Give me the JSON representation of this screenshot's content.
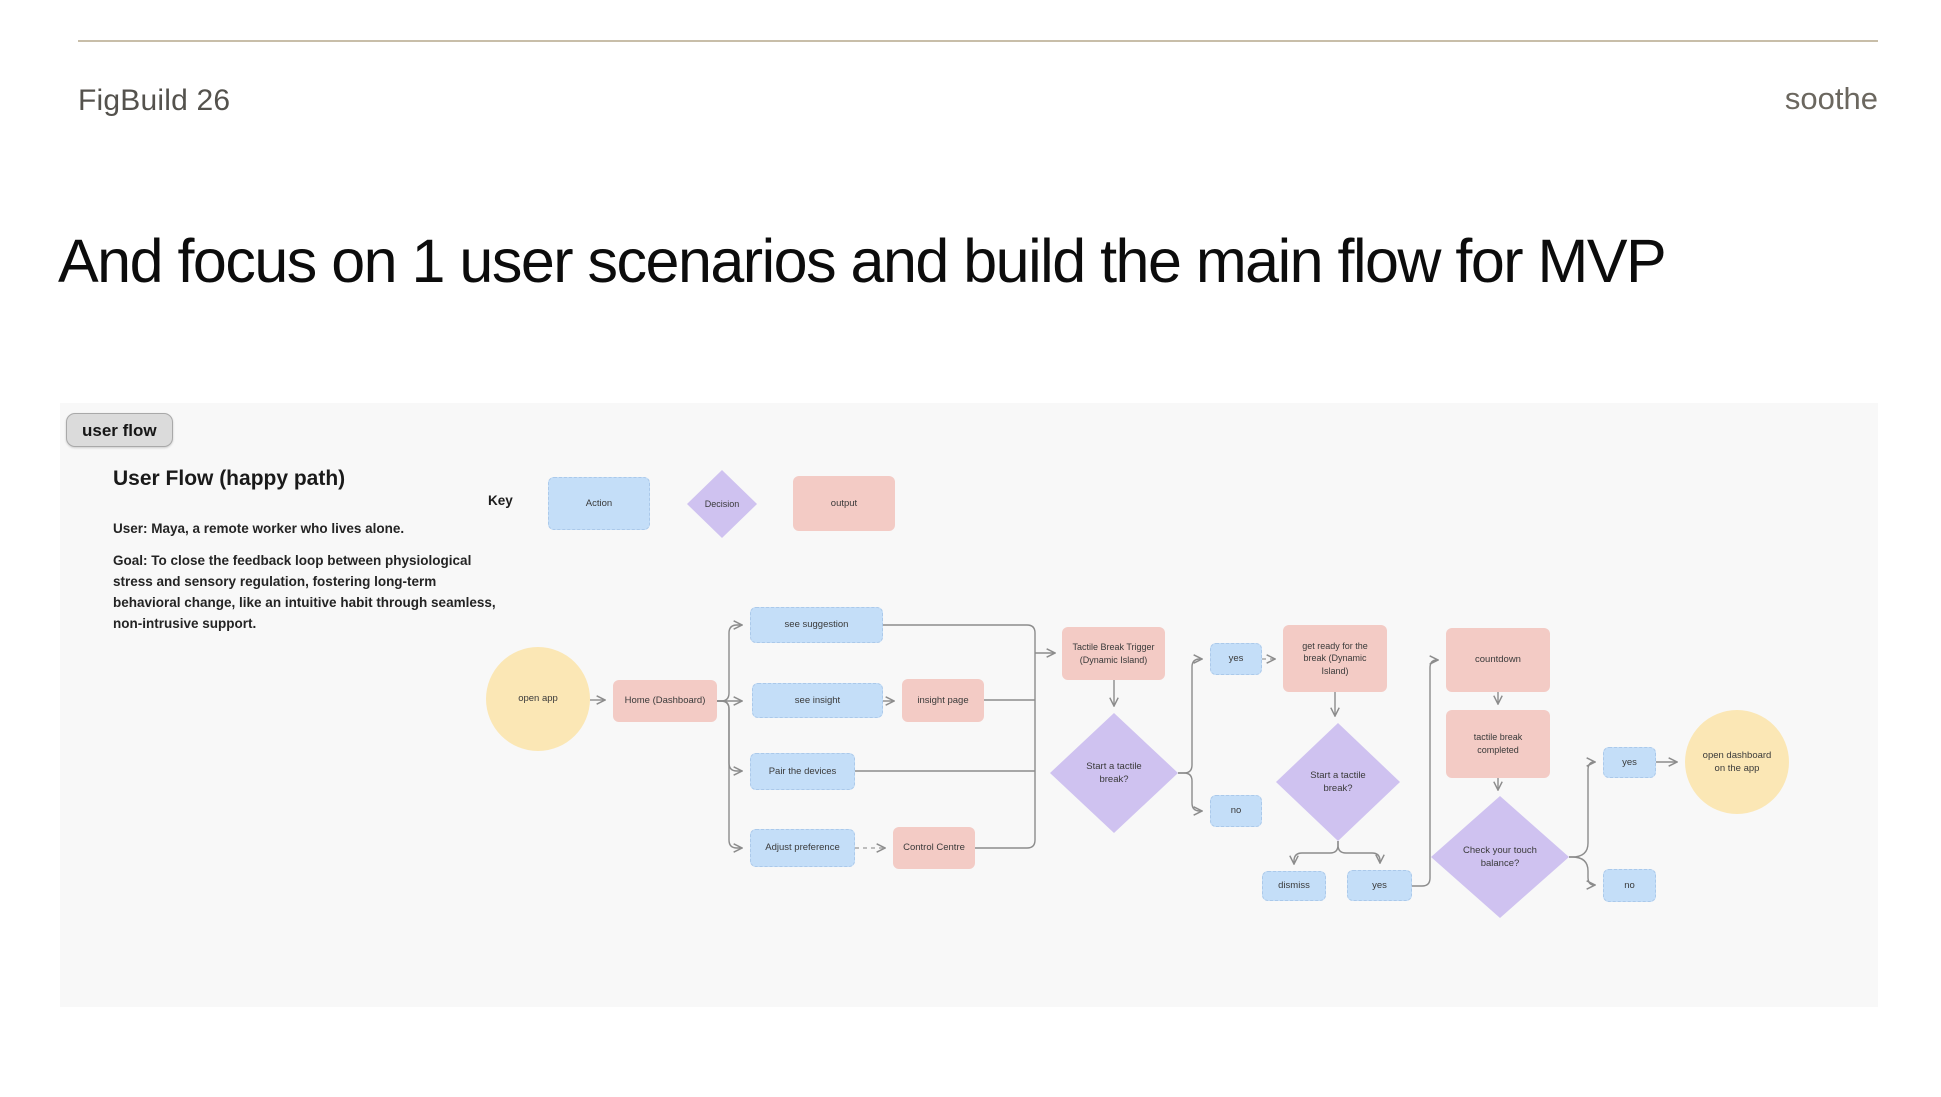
{
  "page": {
    "brand": "FigBuild 26",
    "logo": "soothe",
    "title": "And focus on 1 user scenarios and build the main flow for MVP"
  },
  "panel": {
    "chip": "user flow",
    "heading": "User Flow (happy path)",
    "user": "User: Maya, a remote worker who lives alone.",
    "goal": "Goal: To close the feedback loop between physiological stress and sensory regulation, fostering long-term behavioral change, like an intuitive habit through seamless, non-intrusive support.",
    "key": {
      "label": "Key",
      "action": "Action",
      "decision": "Decision",
      "output": "output"
    }
  },
  "flow": {
    "nodes": {
      "open_app": "open app",
      "home": "Home (Dashboard)",
      "see_suggestion": "see suggestion",
      "see_insight": "see insight",
      "insight_page": "insight page",
      "pair_devices": "Pair the devices",
      "adjust_preference": "Adjust preference",
      "control_centre": "Control Centre",
      "tactile_trigger": "Tactile Break Trigger (Dynamic Island)",
      "start_break_1": "Start a tactile break?",
      "yes_1": "yes",
      "no_1": "no",
      "get_ready": "get ready for the break (Dynamic Island)",
      "start_break_2": "Start a tactile break?",
      "dismiss": "dismiss",
      "yes_2": "yes",
      "countdown": "countdown",
      "break_completed": "tactile break completed",
      "check_balance": "Check your touch balance?",
      "yes_3": "yes",
      "no_3": "no",
      "open_dashboard": "open dashboard on the app"
    }
  },
  "colors": {
    "action_blue": "#C4DEF8",
    "output_pink": "#F3CBC5",
    "decision_purple": "#CFC2F0",
    "terminal_yellow": "#FBE7B5",
    "edge_gray": "#8C8C8C",
    "panel_bg": "#F8F8F8",
    "rule_tan": "#C8BEA9"
  }
}
